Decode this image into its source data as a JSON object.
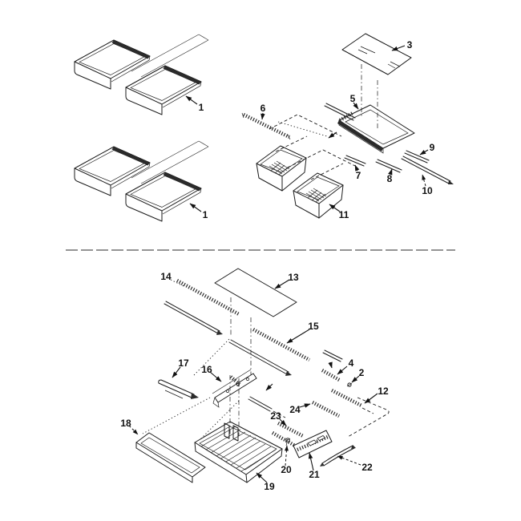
{
  "diagram": {
    "type": "exploded-parts-diagram",
    "background_color": "#ffffff",
    "line_color": "#1a1a1a",
    "sections": 2,
    "callouts": [
      {
        "label": "1"
      },
      {
        "label": "1"
      },
      {
        "label": "3"
      },
      {
        "label": "5"
      },
      {
        "label": "6"
      },
      {
        "label": "7"
      },
      {
        "label": "8"
      },
      {
        "label": "9"
      },
      {
        "label": "10"
      },
      {
        "label": "11"
      },
      {
        "label": "13"
      },
      {
        "label": "14"
      },
      {
        "label": "15"
      },
      {
        "label": "16"
      },
      {
        "label": "17"
      },
      {
        "label": "18"
      },
      {
        "label": "19"
      },
      {
        "label": "20"
      },
      {
        "label": "21"
      },
      {
        "label": "22"
      },
      {
        "label": "23"
      },
      {
        "label": "24"
      },
      {
        "label": "2"
      },
      {
        "label": "4"
      },
      {
        "label": "12"
      }
    ]
  }
}
